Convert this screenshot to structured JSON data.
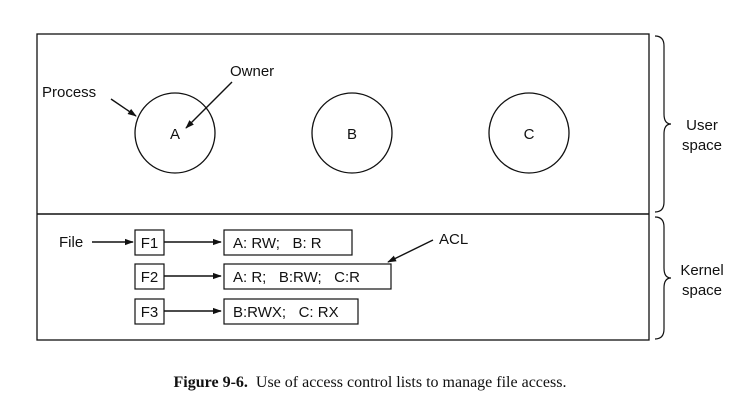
{
  "processes": [
    {
      "label": "A"
    },
    {
      "label": "B"
    },
    {
      "label": "C"
    }
  ],
  "annotations": {
    "process": "Process",
    "owner": "Owner",
    "file": "File",
    "acl": "ACL"
  },
  "regions": {
    "user_line1": "User",
    "user_line2": "space",
    "kernel_line1": "Kernel",
    "kernel_line2": "space"
  },
  "files": [
    {
      "name": "F1",
      "acl": "A: RW;   B: R"
    },
    {
      "name": "F2",
      "acl": "A: R;   B:RW;   C:R"
    },
    {
      "name": "F3",
      "acl": "B:RWX;   C: RX"
    }
  ],
  "caption": {
    "label": "Figure 9-6.",
    "text": "Use of access control lists to manage file access."
  }
}
